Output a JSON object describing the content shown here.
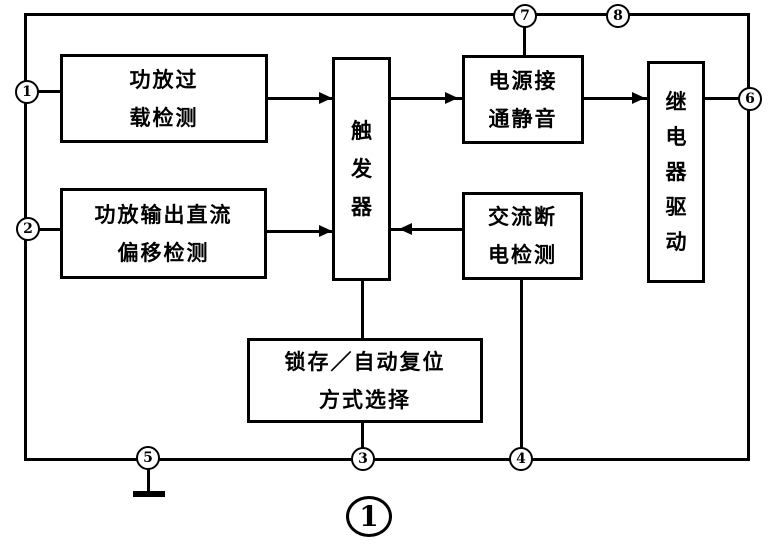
{
  "figure": {
    "number": "1"
  },
  "pins": {
    "p1": "1",
    "p2": "2",
    "p3": "3",
    "p4": "4",
    "p5": "5",
    "p6": "6",
    "p7": "7",
    "p8": "8"
  },
  "blocks": {
    "amp_overload": {
      "lines": [
        "功放过",
        "载检测"
      ]
    },
    "dc_offset": {
      "lines": [
        "功放输出直流",
        "偏移检测"
      ]
    },
    "trigger": {
      "lines": [
        "触",
        "发",
        "器"
      ]
    },
    "power_on_mute": {
      "lines": [
        "电源接",
        "通静音"
      ]
    },
    "ac_outage": {
      "lines": [
        "交流断",
        "电检测"
      ]
    },
    "relay_drive": {
      "lines": [
        "继",
        "电",
        "器",
        "驱",
        "动"
      ]
    },
    "latch_select": {
      "lines": [
        "锁存／自动复位",
        "方式选择"
      ]
    }
  },
  "colors": {
    "ink": "#000000",
    "paper": "#ffffff"
  }
}
